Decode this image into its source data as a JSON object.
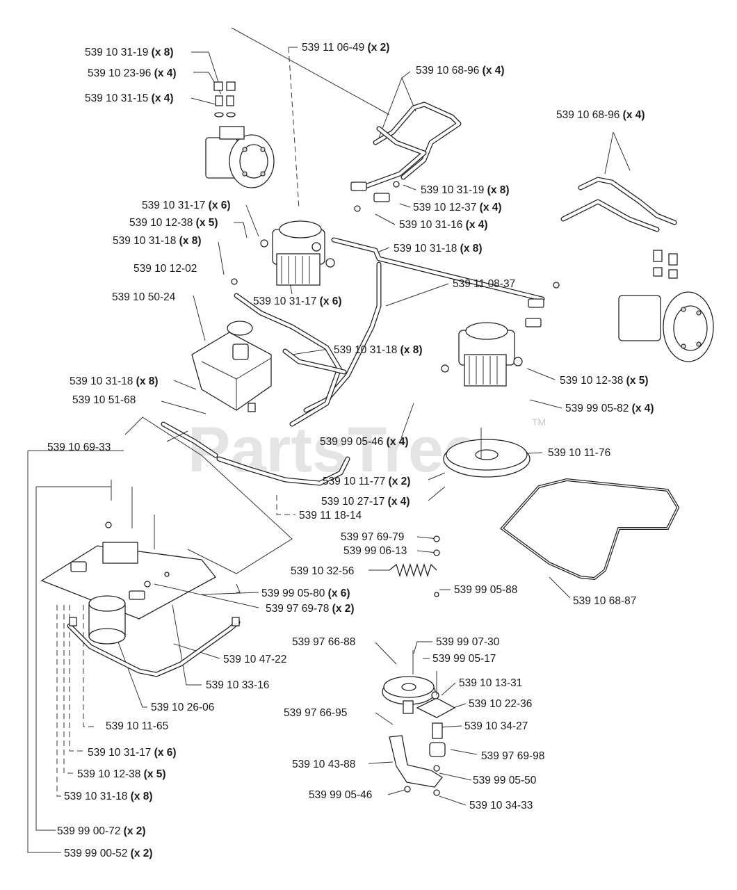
{
  "watermark": {
    "text": "PartsTree",
    "tm": "TM"
  },
  "labels": [
    {
      "id": "a1",
      "text": "539 10 31-19",
      "qty": "(x 8)"
    },
    {
      "id": "a2",
      "text": "539 10 23-96",
      "qty": "(x 4)"
    },
    {
      "id": "a3",
      "text": "539 10 31-15",
      "qty": "(x 4)"
    },
    {
      "id": "a4",
      "text": "539 11 06-49",
      "qty": "(x 2)"
    },
    {
      "id": "a5",
      "text": "539 10 68-96",
      "qty": "(x 4)"
    },
    {
      "id": "a6",
      "text": "539 10 68-96",
      "qty": "(x 4)"
    },
    {
      "id": "a7",
      "text": "539 10 31-19",
      "qty": "(x 8)"
    },
    {
      "id": "a8",
      "text": "539 10 12-37",
      "qty": "(x 4)"
    },
    {
      "id": "a9",
      "text": "539 10 31-16",
      "qty": "(x 4)"
    },
    {
      "id": "a10",
      "text": "539 10 31-17",
      "qty": "(x 6)"
    },
    {
      "id": "a11",
      "text": "539 10 12-38",
      "qty": "(x 5)"
    },
    {
      "id": "a12",
      "text": "539 10 31-18",
      "qty": "(x 8)"
    },
    {
      "id": "a13",
      "text": "539 10 31-18",
      "qty": "(x 8)"
    },
    {
      "id": "a14",
      "text": "539 10 12-02",
      "qty": ""
    },
    {
      "id": "a15",
      "text": "539 11 08-37",
      "qty": ""
    },
    {
      "id": "a16",
      "text": "539 10 31-17",
      "qty": "(x 6)"
    },
    {
      "id": "a17",
      "text": "539 10 50-24",
      "qty": ""
    },
    {
      "id": "a18",
      "text": "539 10 31-18",
      "qty": "(x 8)"
    },
    {
      "id": "a19",
      "text": "539 10 31-18",
      "qty": "(x 8)"
    },
    {
      "id": "a20",
      "text": "539 10 12-38",
      "qty": "(x 5)"
    },
    {
      "id": "a21",
      "text": "539 10 51-68",
      "qty": ""
    },
    {
      "id": "a22",
      "text": "539 99 05-82",
      "qty": "(x 4)"
    },
    {
      "id": "a23",
      "text": "539 10 69-33",
      "qty": ""
    },
    {
      "id": "a24",
      "text": "539 99 05-46",
      "qty": "(x 4)"
    },
    {
      "id": "a25",
      "text": "539 10 11-76",
      "qty": ""
    },
    {
      "id": "a26",
      "text": "539 10 11-77",
      "qty": "(x 2)"
    },
    {
      "id": "a27",
      "text": "539 10 27-17",
      "qty": "(x 4)"
    },
    {
      "id": "a28",
      "text": "539 11 18-14",
      "qty": ""
    },
    {
      "id": "a29",
      "text": "539 97 69-79",
      "qty": ""
    },
    {
      "id": "a30",
      "text": "539 99 06-13",
      "qty": ""
    },
    {
      "id": "a31",
      "text": "539 10 32-56",
      "qty": ""
    },
    {
      "id": "a32",
      "text": "539 99 05-88",
      "qty": ""
    },
    {
      "id": "a33",
      "text": "539 99 05-80",
      "qty": "(x 6)"
    },
    {
      "id": "a34",
      "text": "539 97 69-78",
      "qty": "(x 2)"
    },
    {
      "id": "a35",
      "text": "539 10 68-87",
      "qty": ""
    },
    {
      "id": "a36",
      "text": "539 97 66-88",
      "qty": ""
    },
    {
      "id": "a37",
      "text": "539 99 07-30",
      "qty": ""
    },
    {
      "id": "a38",
      "text": "539 10 47-22",
      "qty": ""
    },
    {
      "id": "a39",
      "text": "539 99 05-17",
      "qty": ""
    },
    {
      "id": "a40",
      "text": "539 10 33-16",
      "qty": ""
    },
    {
      "id": "a41",
      "text": "539 10 13-31",
      "qty": ""
    },
    {
      "id": "a42",
      "text": "539 10 26-06",
      "qty": ""
    },
    {
      "id": "a43",
      "text": "539 10 22-36",
      "qty": ""
    },
    {
      "id": "a44",
      "text": "539 97 66-95",
      "qty": ""
    },
    {
      "id": "a45",
      "text": "539 10 11-65",
      "qty": ""
    },
    {
      "id": "a46",
      "text": "539 10 34-27",
      "qty": ""
    },
    {
      "id": "a47",
      "text": "539 10 31-17",
      "qty": "(x 6)"
    },
    {
      "id": "a48",
      "text": "539 97 69-98",
      "qty": ""
    },
    {
      "id": "a49",
      "text": "539 10 43-88",
      "qty": ""
    },
    {
      "id": "a50",
      "text": "539 99 05-50",
      "qty": ""
    },
    {
      "id": "a51",
      "text": "539 10 12-38",
      "qty": "(x 5)"
    },
    {
      "id": "a52",
      "text": "539 99 05-46",
      "qty": ""
    },
    {
      "id": "a53",
      "text": "539 10 34-33",
      "qty": ""
    },
    {
      "id": "a54",
      "text": "539 10 31-18",
      "qty": "(x 8)"
    },
    {
      "id": "a55",
      "text": "539 99 00-72",
      "qty": "(x 2)"
    },
    {
      "id": "a56",
      "text": "539 99 00-52",
      "qty": "(x 2)"
    }
  ]
}
